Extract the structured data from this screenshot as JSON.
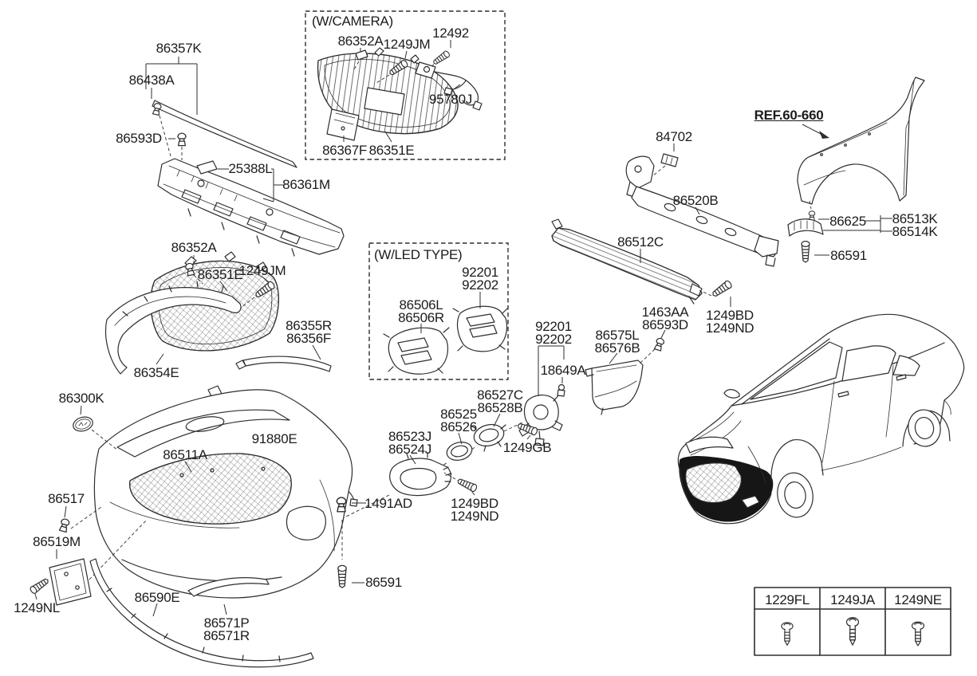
{
  "colors": {
    "line": "#2e2e2e",
    "text": "#1c1c1c",
    "background": "#ffffff",
    "highlight_fill": "#161616"
  },
  "insets": {
    "camera": {
      "title": "(W/CAMERA)",
      "labels": {
        "c86352a": "86352A",
        "c1249jm": "1249JM",
        "c12492": "12492",
        "c95780j": "95780J",
        "c86367f": "86367F",
        "c86351e": "86351E"
      }
    },
    "led": {
      "title": "(W/LED TYPE)",
      "labels": {
        "d92201": "92201",
        "d92202": "92202",
        "d86506l": "86506L",
        "d86506r": "86506R"
      }
    }
  },
  "main": {
    "ref_fender": "REF.60-660",
    "labels": {
      "m86357k": "86357K",
      "m86438a": "86438A",
      "m86593d": "86593D",
      "m25388l": "25388L",
      "m86361m": "86361M",
      "m86352a": "86352A",
      "m86351e": "86351E",
      "m1249jm": "1249JM",
      "m86355r": "86355R",
      "m86356f": "86356F",
      "m86354e": "86354E",
      "m84702": "84702",
      "m86520b": "86520B",
      "m86512c": "86512C",
      "m86625": "86625",
      "m86513k": "86513K",
      "m86514k": "86514K",
      "m86591_fender": "86591",
      "m1249bd_r": "1249BD",
      "m1249nd_r": "1249ND",
      "m1463aa": "1463AA",
      "m86593d_2": "86593D",
      "m92201": "92201",
      "m92202": "92202",
      "m86575l": "86575L",
      "m86576b": "86576B",
      "m18649a": "18649A",
      "m86527c": "86527C",
      "m86528b": "86528B",
      "m86525": "86525",
      "m86526": "86526",
      "m86523j": "86523J",
      "m86524j": "86524J",
      "m1249gb": "1249GB",
      "m1249bd_c": "1249BD",
      "m1249nd_c": "1249ND",
      "m1491ad": "1491AD",
      "m86591_c": "86591",
      "m91880e": "91880E",
      "m86300k": "86300K",
      "m86511a": "86511A",
      "m86517": "86517",
      "m86519m": "86519M",
      "m1249nl": "1249NL",
      "m86590e": "86590E",
      "m86571p": "86571P",
      "m86571r": "86571R"
    }
  },
  "fastener_table": {
    "columns": [
      "1229FL",
      "1249JA",
      "1249NE"
    ]
  }
}
